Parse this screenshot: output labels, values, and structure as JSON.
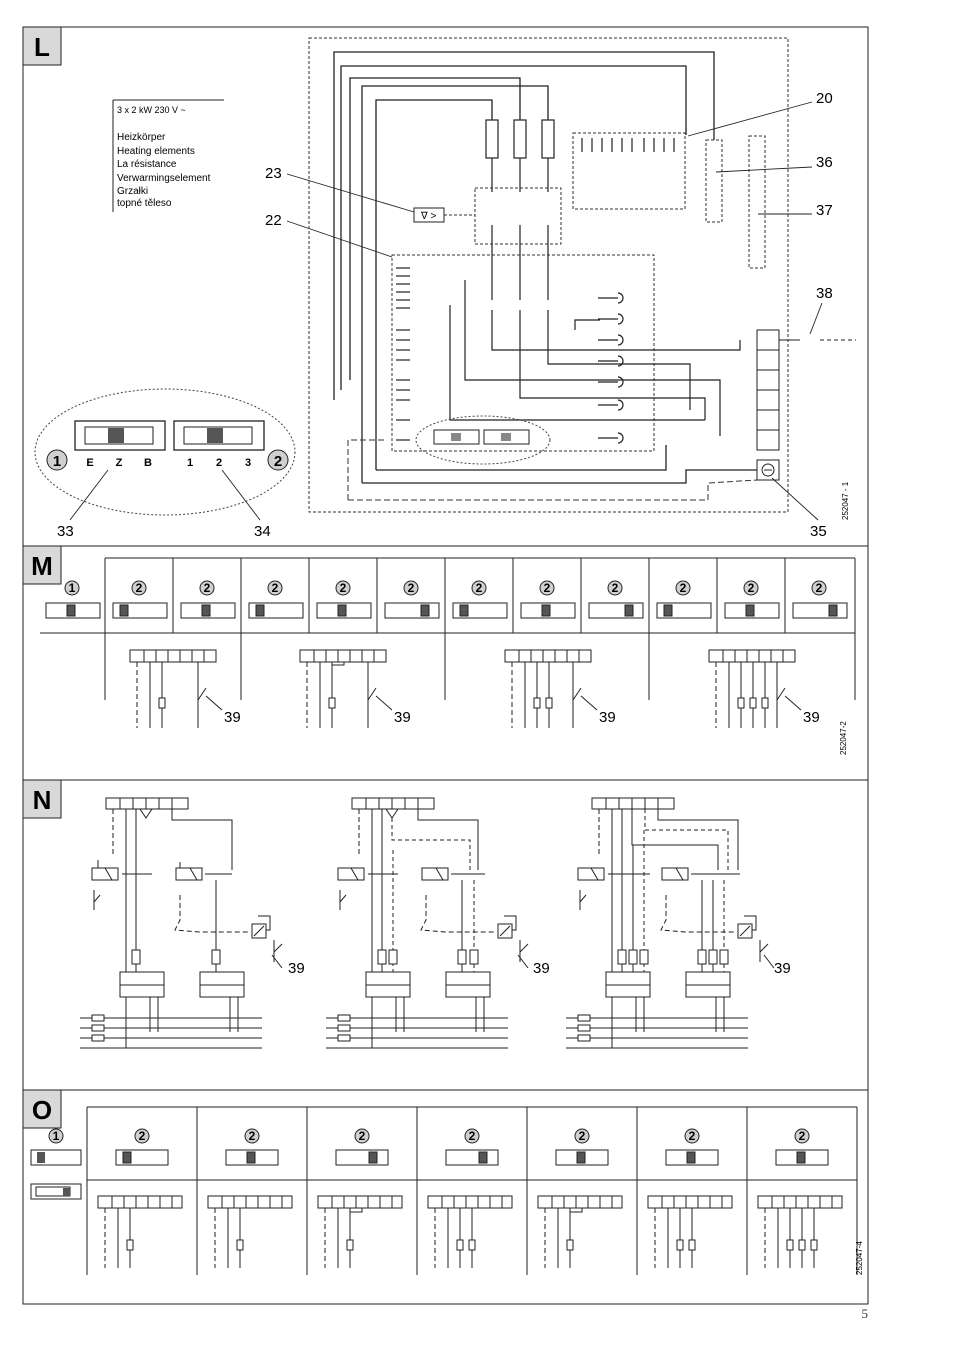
{
  "sections": {
    "L": {
      "letter": "L",
      "rating": "3 x 2 kW 230 V ~",
      "heating_labels": [
        "Heizkörper",
        "Heating elements",
        "La résistance",
        "Verwarmingselement",
        "Grzałki",
        "topné těleso"
      ],
      "callouts": {
        "c20": "20",
        "c23": "23",
        "c22": "22",
        "c36": "36",
        "c37": "37",
        "c38": "38",
        "c33": "33",
        "c34": "34",
        "c35": "35"
      },
      "switch1": {
        "number": "1",
        "positions": [
          "E",
          "Z",
          "B"
        ]
      },
      "switch2": {
        "number": "2",
        "positions": [
          "1",
          "2",
          "3"
        ]
      },
      "drawing_code": "252047 - 1"
    },
    "M": {
      "letter": "M",
      "header_numbers": [
        "1",
        "2",
        "2",
        "2",
        "2",
        "2",
        "2",
        "2",
        "2",
        "2",
        "2",
        "2"
      ],
      "callout": "39",
      "drawing_code": "252047-2"
    },
    "N": {
      "letter": "N",
      "callout": "39"
    },
    "O": {
      "letter": "O",
      "left_number": "1",
      "header_numbers": [
        "2",
        "2",
        "2",
        "2",
        "2",
        "2",
        "2"
      ],
      "drawing_code": "252047-4"
    }
  },
  "page_number": "5"
}
